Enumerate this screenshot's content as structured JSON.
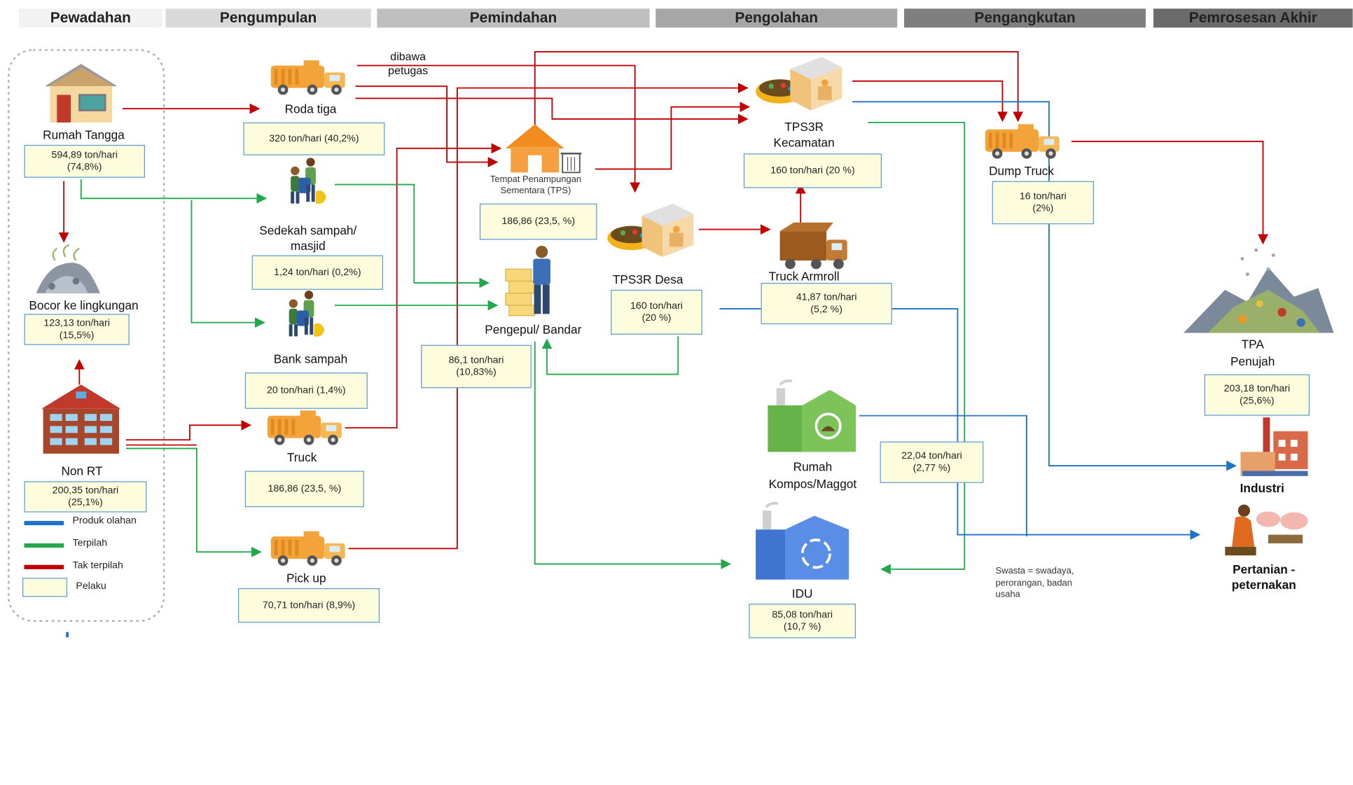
{
  "headers": [
    "Pewadahan",
    "Pengumpulan",
    "Pemindahan",
    "Pengolahan",
    "Pengangkutan",
    "Pemrosesan Akhir"
  ],
  "sources": {
    "rumah_tangga": {
      "label": "Rumah Tangga",
      "value": "594,89 ton/hari\n(74,8%)"
    },
    "bocor": {
      "label": "Bocor ke lingkungan",
      "value": "123,13 ton/hari\n(15,5%)"
    },
    "non_rt": {
      "label": "Non RT",
      "value": "200,35 ton/hari\n(25,1%)"
    }
  },
  "collection": {
    "roda_tiga": {
      "label": "Roda tiga",
      "value": "320 ton/hari (40,2%)"
    },
    "dibawa_petugas": "dibawa\npetugas",
    "sedekah": {
      "label": "Sedekah sampah/\nmasjid",
      "value": "1,24 ton/hari (0,2%)"
    },
    "bank_sampah": {
      "label": "Bank sampah",
      "value": "20 ton/hari (1,4%)"
    },
    "truck": {
      "label": "Truck",
      "value": "186,86 (23,5, %)"
    },
    "pick_up": {
      "label": "Pick up",
      "value": "70,71 ton/hari (8,9%)"
    }
  },
  "transfer": {
    "tps": {
      "label": "Tempat Penampungan\nSementara (TPS)",
      "value": "186,86 (23,5, %)"
    },
    "pengepul": {
      "label": "Pengepul/ Bandar",
      "value": "86,1 ton/hari\n(10,83%)"
    }
  },
  "processing": {
    "tps3r_kecamatan": {
      "label": "TPS3R\nKecamatan",
      "value": "160 ton/hari (20 %)"
    },
    "tps3r_desa": {
      "label": "TPS3R Desa",
      "value": "160 ton/hari\n(20 %)"
    },
    "truck_armroll": {
      "label": "Truck Armroll",
      "value": "41,87 ton/hari\n(5,2 %)"
    },
    "rumah_kompos": {
      "label": "Rumah\nKompos/Maggot",
      "value": "22,04 ton/hari\n(2,77 %)"
    },
    "idu": {
      "label": "IDU",
      "value": "85,08 ton/hari\n(10,7 %)"
    }
  },
  "transport": {
    "dump_truck": {
      "label": "Dump Truck",
      "value": "16 ton/hari\n(2%)"
    }
  },
  "final": {
    "tpa": {
      "label": "TPA\nPenujah",
      "value": "203,18 ton/hari\n(25,6%)"
    },
    "industri": {
      "label": "Industri"
    },
    "pertanian": {
      "label": "Pertanian -\npeternakan"
    }
  },
  "note": "Swasta = swadaya,\nperorangan, badan\nusaha",
  "legend": [
    {
      "label": "Produk olahan",
      "color": "#1f72c4"
    },
    {
      "label": "Terpilah",
      "color": "#22a84a"
    },
    {
      "label": "Tak terpilah",
      "color": "#c00000"
    },
    {
      "label": "Pelaku",
      "color": "#fdfcdc"
    }
  ],
  "colors": {
    "red": "#c00000",
    "green": "#22a84a",
    "blue": "#1f72c4"
  }
}
